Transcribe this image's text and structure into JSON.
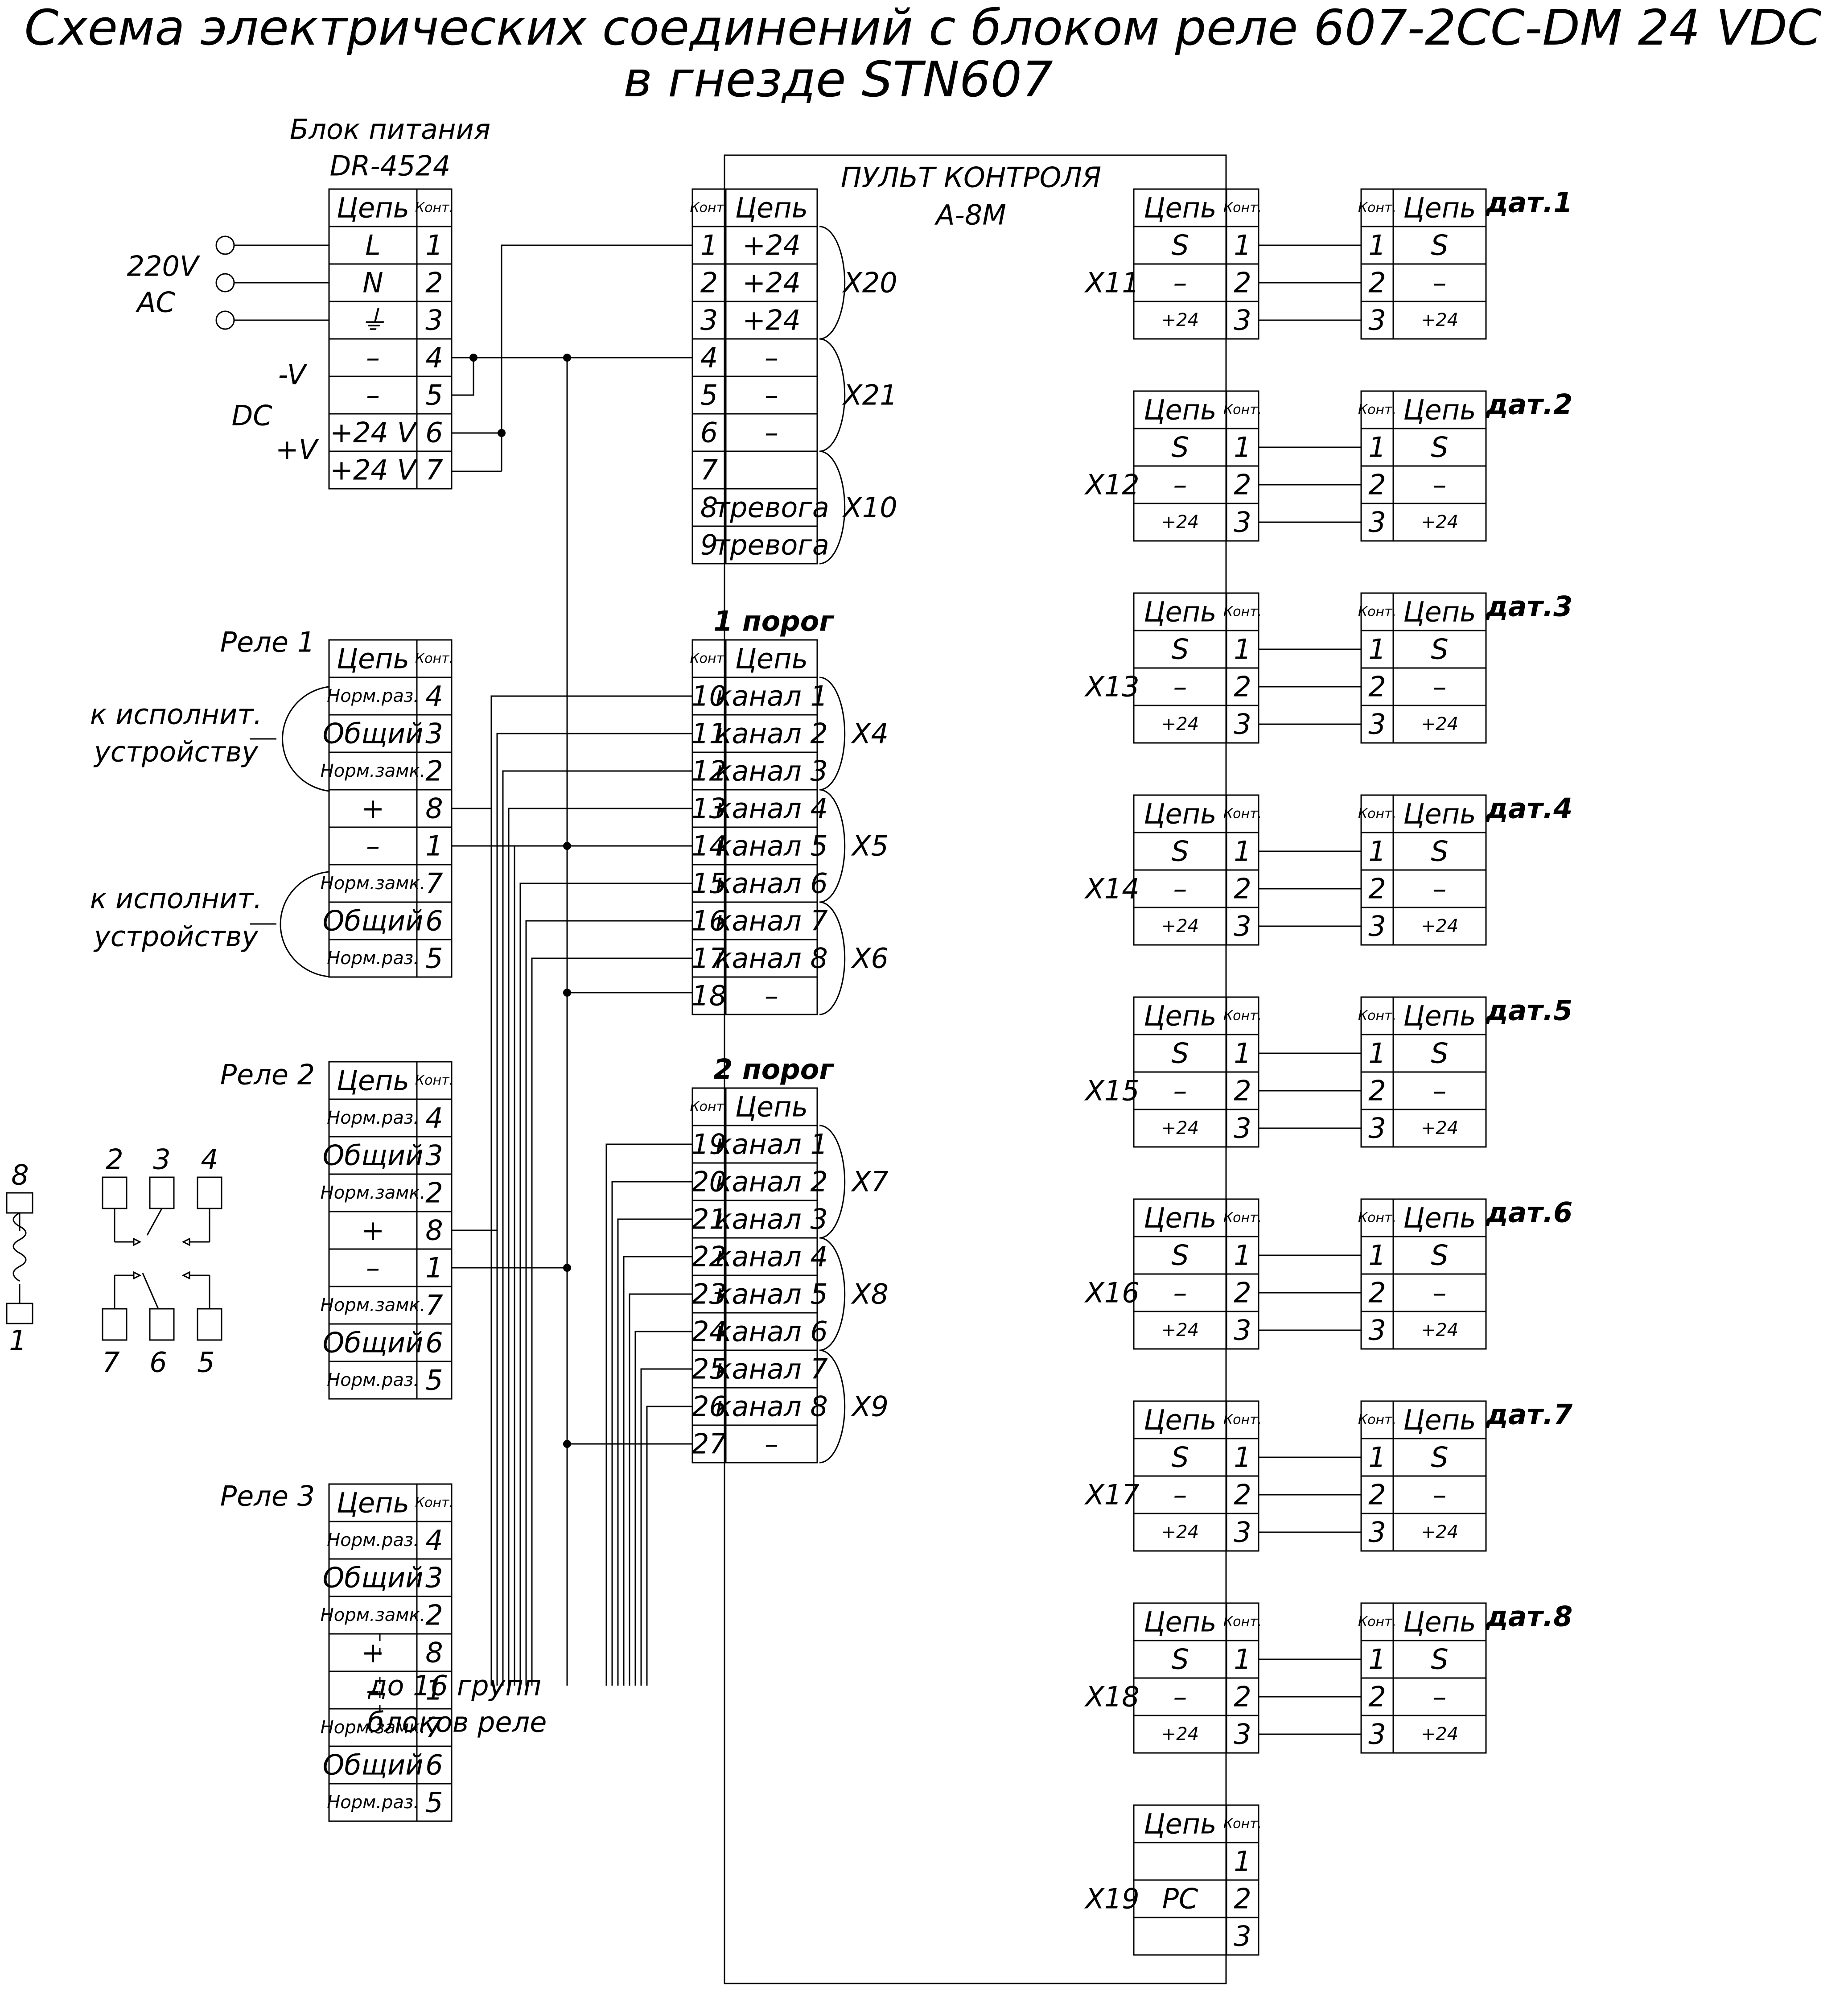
{
  "title": [
    "Схема электрических соединений с блоком реле 607-2CC-DM 24 VDC",
    "в гнезде STN607"
  ],
  "labels": {
    "psu_title": [
      "Блок питания",
      "DR-4524"
    ],
    "ac": [
      "220V",
      "AC"
    ],
    "dc": [
      "-V",
      "DC",
      "+V"
    ],
    "panel": [
      "ПУЛЬТ КОНТРОЛЯ",
      "А-8М"
    ],
    "to_device": [
      "к исполнит.",
      "устройству"
    ],
    "threshold1": "1 порог",
    "threshold2": "2 порог",
    "continue": [
      "до 16 групп",
      "блоков реле"
    ]
  },
  "headers": {
    "circuit": "Цепь",
    "contact": "Конт."
  },
  "psu": {
    "rows": [
      [
        "L",
        "1"
      ],
      [
        "N",
        "2"
      ],
      [
        "⏚",
        "3"
      ],
      [
        "–",
        "4"
      ],
      [
        "–",
        "5"
      ],
      [
        "+24 V",
        "6"
      ],
      [
        "+24 V",
        "7"
      ]
    ]
  },
  "relay_rows": [
    [
      "Норм.раз.",
      "4"
    ],
    [
      "Общий",
      "3"
    ],
    [
      "Норм.замк.",
      "2"
    ],
    [
      "+",
      "8"
    ],
    [
      "–",
      "1"
    ],
    [
      "Норм.замк.",
      "7"
    ],
    [
      "Общий",
      "6"
    ],
    [
      "Норм.раз.",
      "5"
    ]
  ],
  "relays": [
    "Реле 1",
    "Реле 2",
    "Реле 3"
  ],
  "panel_top": {
    "rows": [
      [
        "1",
        "+24"
      ],
      [
        "2",
        "+24"
      ],
      [
        "3",
        "+24"
      ],
      [
        "4",
        "–"
      ],
      [
        "5",
        "–"
      ],
      [
        "6",
        "–"
      ],
      [
        "7",
        ""
      ],
      [
        "8",
        "тревога"
      ],
      [
        "9",
        "тревога"
      ]
    ],
    "groups": [
      "X20",
      "X21",
      "X10"
    ]
  },
  "panel_mid": {
    "rows": [
      [
        "10",
        "канал 1"
      ],
      [
        "11",
        "канал 2"
      ],
      [
        "12",
        "канал 3"
      ],
      [
        "13",
        "канал 4"
      ],
      [
        "14",
        "канал 5"
      ],
      [
        "15",
        "канал 6"
      ],
      [
        "16",
        "канал 7"
      ],
      [
        "17",
        "канал 8"
      ],
      [
        "18",
        "–"
      ]
    ],
    "groups": [
      "X4",
      "X5",
      "X6"
    ]
  },
  "panel_bot": {
    "rows": [
      [
        "19",
        "канал 1"
      ],
      [
        "20",
        "канал 2"
      ],
      [
        "21",
        "канал 3"
      ],
      [
        "22",
        "канал 4"
      ],
      [
        "23",
        "канал 5"
      ],
      [
        "24",
        "канал 6"
      ],
      [
        "25",
        "канал 7"
      ],
      [
        "26",
        "канал 8"
      ],
      [
        "27",
        "–"
      ]
    ],
    "groups": [
      "X7",
      "X8",
      "X9"
    ]
  },
  "sensor_rows": [
    [
      "S",
      "1"
    ],
    [
      "–",
      "2"
    ],
    [
      "+24",
      "3"
    ]
  ],
  "sensor_connectors": [
    "X11",
    "X12",
    "X13",
    "X14",
    "X15",
    "X16",
    "X17",
    "X18"
  ],
  "sensors": [
    "дат.1",
    "дат.2",
    "дат.3",
    "дат.4",
    "дат.5",
    "дат.6",
    "дат.7",
    "дат.8"
  ],
  "x19": {
    "label": "X19",
    "rows": [
      [
        "",
        "1"
      ],
      [
        "PC",
        "2"
      ],
      [
        "",
        "3"
      ]
    ]
  },
  "pinout": {
    "coil": [
      "8",
      "1"
    ],
    "top": [
      "2",
      "3",
      "4"
    ],
    "bottom": [
      "7",
      "6",
      "5"
    ]
  }
}
